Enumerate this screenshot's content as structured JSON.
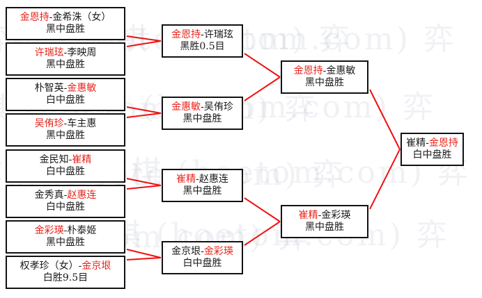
{
  "watermark": {
    "text": "弈棋 (hoetom.com) 弈",
    "color": "#a0aab9"
  },
  "colors": {
    "winner": "#e8251c",
    "loser": "#1a1a1a",
    "line": "#ee1111",
    "box_border": "#111111",
    "background": "#ffffff"
  },
  "bracket": {
    "rounds": [
      {
        "name": "round-1",
        "matches": [
          {
            "id": "r1m1",
            "p1": "金恩持",
            "p2": "金希洙（女）",
            "winner": 1,
            "result": "黑中盘胜"
          },
          {
            "id": "r1m2",
            "p1": "许瑞玹",
            "p2": "李映周",
            "winner": 1,
            "result": "黑中盘胜"
          },
          {
            "id": "r1m3",
            "p1": "朴智英",
            "p2": "金惠敏",
            "winner": 2,
            "result": "白中盘胜"
          },
          {
            "id": "r1m4",
            "p1": "吴侑珍",
            "p2": "车主惠",
            "winner": 1,
            "result": "黑中盘胜"
          },
          {
            "id": "r1m5",
            "p1": "金民知",
            "p2": "崔精",
            "winner": 2,
            "result": "白中盘胜"
          },
          {
            "id": "r1m6",
            "p1": "金秀真",
            "p2": "赵惠连",
            "winner": 2,
            "result": "白中盘胜"
          },
          {
            "id": "r1m7",
            "p1": "金彩瑛",
            "p2": "朴泰姬",
            "winner": 1,
            "result": "黑中盘胜"
          },
          {
            "id": "r1m8",
            "p1": "权孝珍（女）",
            "p2": "金京垠",
            "winner": 2,
            "result": "白胜9.5目"
          }
        ]
      },
      {
        "name": "round-2",
        "matches": [
          {
            "id": "r2m1",
            "p1": "金恩持",
            "p2": "许瑞玹",
            "winner": 1,
            "result": "黑胜0.5目"
          },
          {
            "id": "r2m2",
            "p1": "金惠敏",
            "p2": "吴侑珍",
            "winner": 1,
            "result": "黑中盘胜"
          },
          {
            "id": "r2m3",
            "p1": "崔精",
            "p2": "赵惠连",
            "winner": 1,
            "result": "黑中盘胜"
          },
          {
            "id": "r2m4",
            "p1": "金京垠",
            "p2": "金彩瑛",
            "winner": 2,
            "result": "白中盘胜"
          }
        ]
      },
      {
        "name": "semifinal",
        "matches": [
          {
            "id": "sf1",
            "p1": "金恩持",
            "p2": "金惠敏",
            "winner": 1,
            "result": "黑中盘胜"
          },
          {
            "id": "sf2",
            "p1": "崔精",
            "p2": "金彩瑛",
            "winner": 1,
            "result": "黑中盘胜"
          }
        ]
      },
      {
        "name": "final",
        "matches": [
          {
            "id": "f1",
            "p1": "崔精",
            "p2": "金恩持",
            "winner": 2,
            "result": "白中盘胜"
          }
        ]
      }
    ]
  }
}
